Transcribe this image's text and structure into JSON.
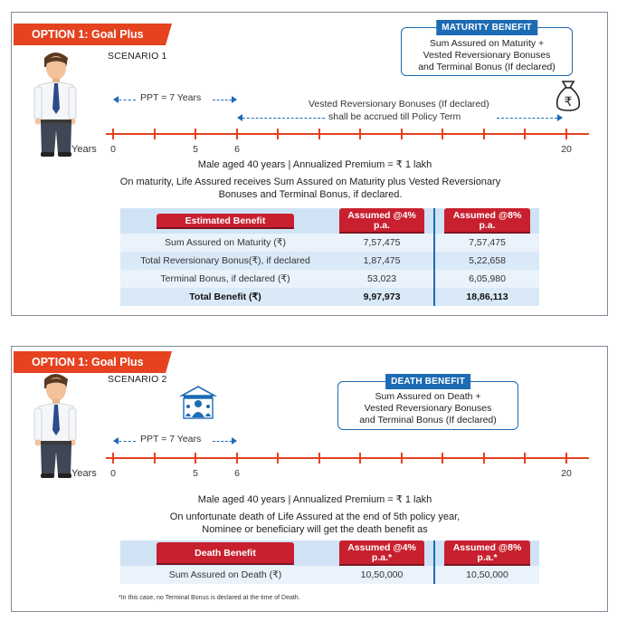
{
  "scenario1": {
    "option_tab": "OPTION 1: Goal Plus",
    "scenario_label": "SCENARIO 1",
    "benefit_tag": "MATURITY BENEFIT",
    "benefit_lines": [
      "Sum Assured on Maturity +",
      "Vested Reversionary Bonuses",
      "and Terminal Bonus (If declared)"
    ],
    "ppt_label": "PPT = 7 Years",
    "vested_note_line1": "Vested Reversionary Bonuses (If declared)",
    "vested_note_line2": "shall be accrued till Policy Term",
    "years_label": "Years",
    "ticks": [
      "0",
      "5",
      "6",
      "20"
    ],
    "male_info": "Male aged 40 years | Annualized Premium = ₹ 1 lakh",
    "maturity_text_line1": "On maturity, Life Assured receives Sum Assured on Maturity plus Vested Reversionary",
    "maturity_text_line2": "Bonuses and Terminal Bonus, if declared.",
    "table": {
      "header_benefit": "Estimated Benefit",
      "header_4": "Assumed @4% p.a.",
      "header_8": "Assumed @8% p.a.",
      "rows": [
        {
          "label": "Sum Assured on Maturity (₹)",
          "v4": "7,57,475",
          "v8": "7,57,475"
        },
        {
          "label": "Total Reversionary Bonus(₹), if declared",
          "v4": "1,87,475",
          "v8": "5,22,658"
        },
        {
          "label": "Terminal Bonus, if declared (₹)",
          "v4": "53,023",
          "v8": "6,05,980"
        },
        {
          "label": "Total Benefit (₹)",
          "v4": "9,97,973",
          "v8": "18,86,113"
        }
      ]
    }
  },
  "scenario2": {
    "option_tab": "OPTION 1: Goal Plus",
    "scenario_label": "SCENARIO 2",
    "benefit_tag": "DEATH BENEFIT",
    "benefit_lines": [
      "Sum Assured on Death +",
      "Vested Reversionary Bonuses",
      "and Terminal Bonus (If declared)"
    ],
    "ppt_label": "PPT = 7 Years",
    "years_label": "Years",
    "ticks": [
      "0",
      "5",
      "6",
      "20"
    ],
    "male_info": "Male aged 40 years | Annualized Premium = ₹ 1 lakh",
    "death_text_line1": "On unfortunate death of Life Assured at the end of 5th policy year,",
    "death_text_line2": "Nominee or beneficiary will get the death benefit as",
    "table": {
      "header_benefit": "Death Benefit",
      "header_4": "Assumed @4% p.a.*",
      "header_8": "Assumed @8% p.a.*",
      "rows": [
        {
          "label": "Sum Assured on Death (₹)",
          "v4": "10,50,000",
          "v8": "10,50,000"
        }
      ]
    },
    "footnote": "*In this case, no Terminal Bonus is declared at the time of Death."
  },
  "colors": {
    "accent_red": "#e5421f",
    "blue": "#1d6bb3",
    "table_red": "#c8202f"
  },
  "icons": [
    "money-bag-rupee-icon",
    "family-tribute-icon",
    "man-illustration"
  ]
}
